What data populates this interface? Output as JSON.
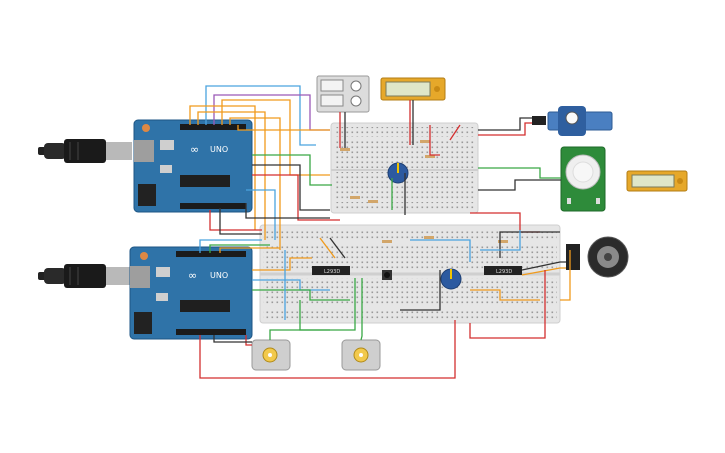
{
  "arduinos": [
    {
      "name": "arduino-uno-top",
      "brand": "UNO",
      "logo": "∞",
      "color": "#2f73a8"
    },
    {
      "name": "arduino-uno-bottom",
      "brand": "UNO",
      "logo": "∞",
      "color": "#2f73a8"
    }
  ],
  "chips": {
    "ic_label_left": "L293D",
    "ic_label_right": "L293D"
  },
  "colors": {
    "board": "#2f73a8",
    "breadboard": "#e6e6e6",
    "wire_red": "#d32f2f",
    "wire_orange": "#f09a1c",
    "wire_green": "#39a845",
    "wire_blue": "#4aa3df",
    "wire_black": "#333333",
    "lcd": "#e6a82a",
    "pir": "#2e8b3a"
  },
  "components": [
    "usb-cable-icon",
    "usb-cable-icon",
    "multimeter-icon",
    "lcd-display-icon",
    "servo-motor-icon",
    "pir-sensor-icon",
    "lcd-display-icon",
    "potentiometer-icon",
    "potentiometer-icon",
    "dc-motor-icon",
    "dc-motor-icon",
    "stepper-motor-icon",
    "push-button-icon",
    "l293d-chip-icon"
  ]
}
